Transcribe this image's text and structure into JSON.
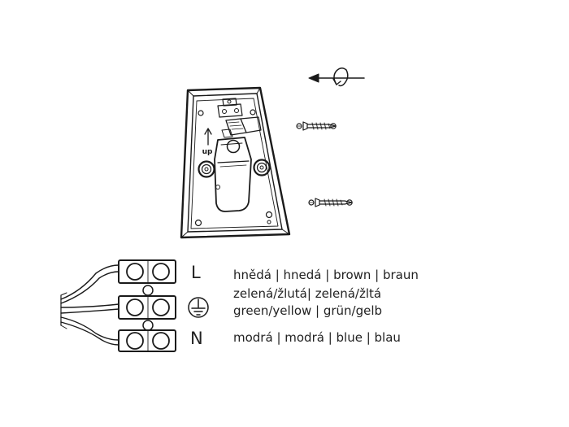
{
  "mounting": {
    "up_label": "up"
  },
  "wiring": {
    "terminals": [
      {
        "mark": "L",
        "label": "hnědá | hnedá | brown | braun"
      },
      {
        "mark": "",
        "label": "zelená/žlutá| zelená/žltá"
      },
      {
        "mark": "N",
        "label": "modrá | modrá | blue | blau"
      }
    ],
    "earth_label_line2": "green/yellow | grün/gelb"
  }
}
